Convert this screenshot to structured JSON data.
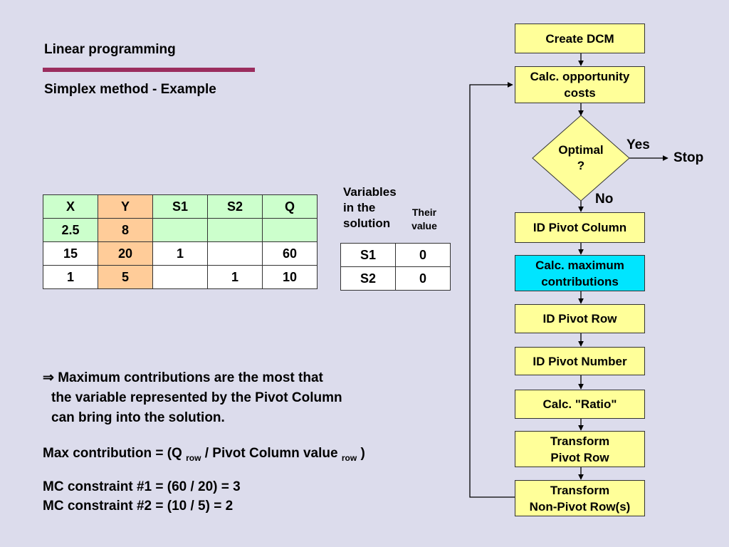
{
  "header": {
    "title": "Linear programming",
    "subtitle": "Simplex method - Example"
  },
  "main_table": {
    "headers": [
      "X",
      "Y",
      "S1",
      "S2",
      "Q"
    ],
    "rows": [
      [
        "2.5",
        "8",
        "",
        "",
        ""
      ],
      [
        "15",
        "20",
        "1",
        "",
        "60"
      ],
      [
        "1",
        "5",
        "",
        "1",
        "10"
      ]
    ],
    "colors": {
      "header_bg": "#ccffcc",
      "pivot_column_bg": "#ffcc99"
    }
  },
  "solution_table": {
    "variables_heading": [
      "Variables",
      "in the",
      "solution"
    ],
    "value_heading": [
      "Their",
      "value"
    ],
    "rows": [
      [
        "S1",
        "0"
      ],
      [
        "S2",
        "0"
      ]
    ]
  },
  "notes": {
    "arrow_symbol": "⇒",
    "bullet_lines": [
      "Maximum contributions are the most that",
      "the variable represented by the Pivot Column",
      "can bring into the solution."
    ],
    "formula_prefix": "Max contribution = (Q",
    "formula_sub1": "row",
    "formula_mid": " / Pivot Column value",
    "formula_sub2": "row",
    "formula_suffix": " )",
    "mc1": "MC constraint #1 = (60 / 20) = 3",
    "mc2": "MC constraint #2 = (10 / 5) = 2"
  },
  "flowchart": {
    "steps": [
      [
        "Create DCM"
      ],
      [
        "Calc. opportunity",
        "costs"
      ],
      [
        "ID Pivot Column"
      ],
      [
        "Calc. maximum",
        "contributions"
      ],
      [
        "ID Pivot Row"
      ],
      [
        "ID Pivot Number"
      ],
      [
        "Calc. \"Ratio\""
      ],
      [
        "Transform",
        "Pivot Row"
      ],
      [
        "Transform",
        "Non-Pivot Row(s)"
      ]
    ],
    "decision": [
      "Optimal",
      "?"
    ],
    "yes_label": "Yes",
    "no_label": "No",
    "stop_label": "Stop",
    "colors": {
      "step_bg": "#ffff99",
      "highlight_bg": "#00e5ff",
      "rule": "#9b2d5e"
    }
  }
}
